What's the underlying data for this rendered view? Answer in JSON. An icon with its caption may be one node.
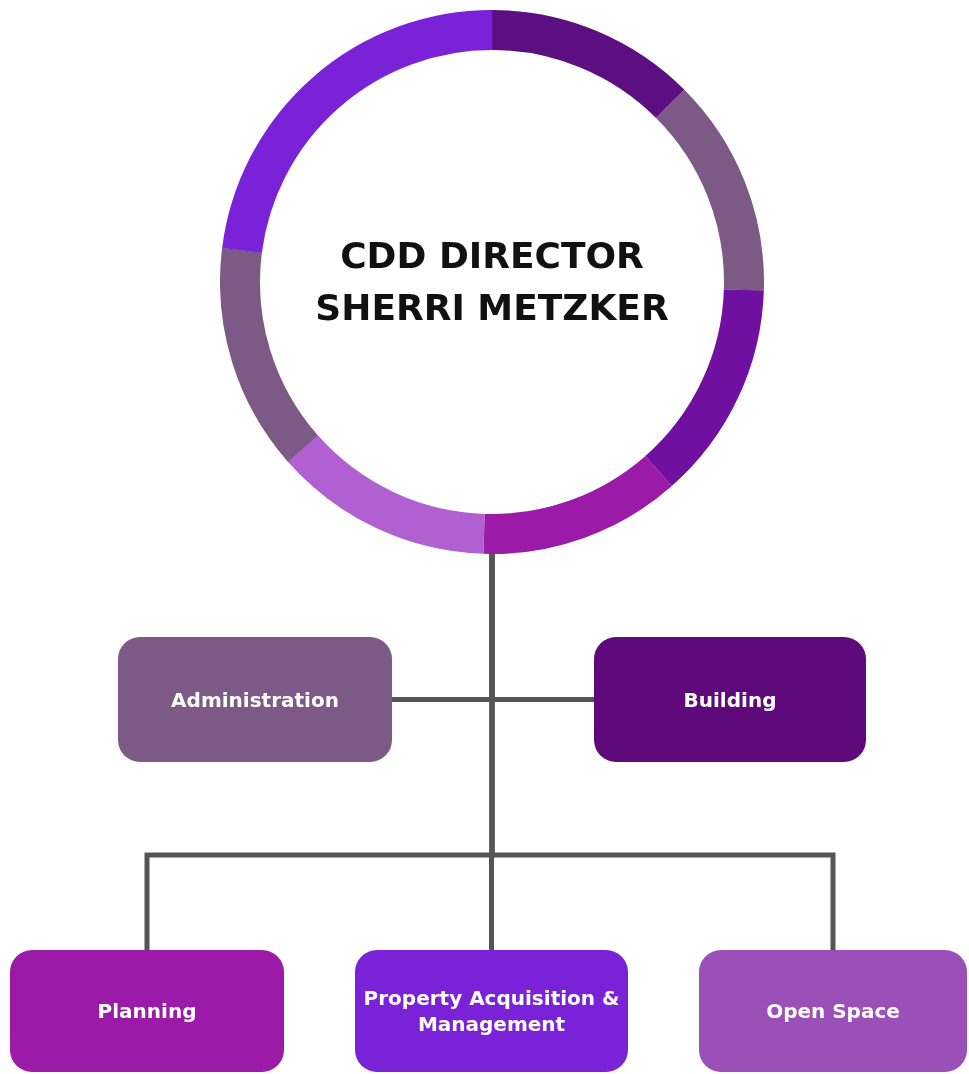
{
  "diagram": {
    "nodes": [
      {
        "text": [
          "CDD DIRECTOR",
          "SHERRI METZKER"
        ]
      },
      {
        "text": [
          "Administration"
        ]
      },
      {
        "text": [
          "Building"
        ]
      },
      {
        "text": [
          "Planning"
        ]
      },
      {
        "text": [
          "Property Acquisition & Management"
        ]
      },
      {
        "text": [
          "Open Space"
        ]
      }
    ],
    "edges": [
      {
        "from": 0,
        "to": 1,
        "arrow": "none"
      },
      {
        "from": 0,
        "to": 2,
        "arrow": "none"
      },
      {
        "from": 0,
        "to": 3,
        "arrow": "none"
      },
      {
        "from": 0,
        "to": 4,
        "arrow": "none"
      },
      {
        "from": 0,
        "to": 5,
        "arrow": "none"
      }
    ]
  }
}
